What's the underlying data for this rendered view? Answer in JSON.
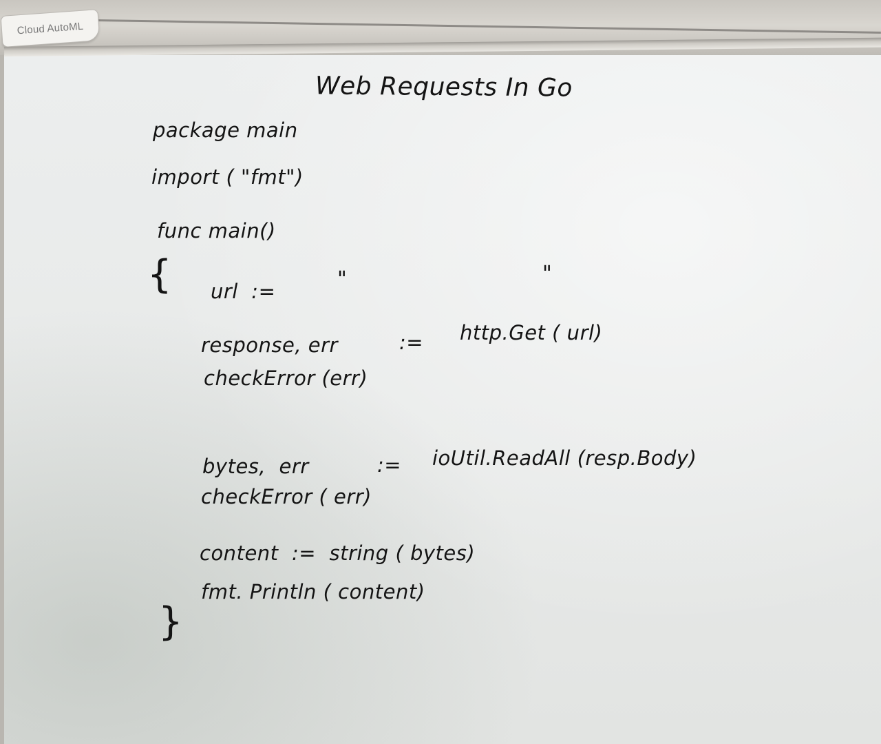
{
  "sticker": {
    "label": "Cloud AutoML"
  },
  "whiteboard": {
    "title": "Web Requests In Go",
    "lines": {
      "package": "package main",
      "import": "import ( \"fmt\")",
      "func": "func main()",
      "open_brace": "{",
      "url_decl": "url  :=",
      "quote_open": "\"",
      "quote_close": "\"",
      "response_lhs": "response, err",
      "response_op": ":=",
      "response_rhs": "http.Get ( url)",
      "check1": "checkError (err)",
      "bytes_lhs": "bytes,  err",
      "bytes_op": ":=",
      "bytes_rhs": "ioUtil.ReadAll (resp.Body)",
      "check2": "checkError ( err)",
      "content_decl": "content  :=  string ( bytes)",
      "println": "fmt. Println ( content)",
      "close_brace": "}"
    }
  }
}
